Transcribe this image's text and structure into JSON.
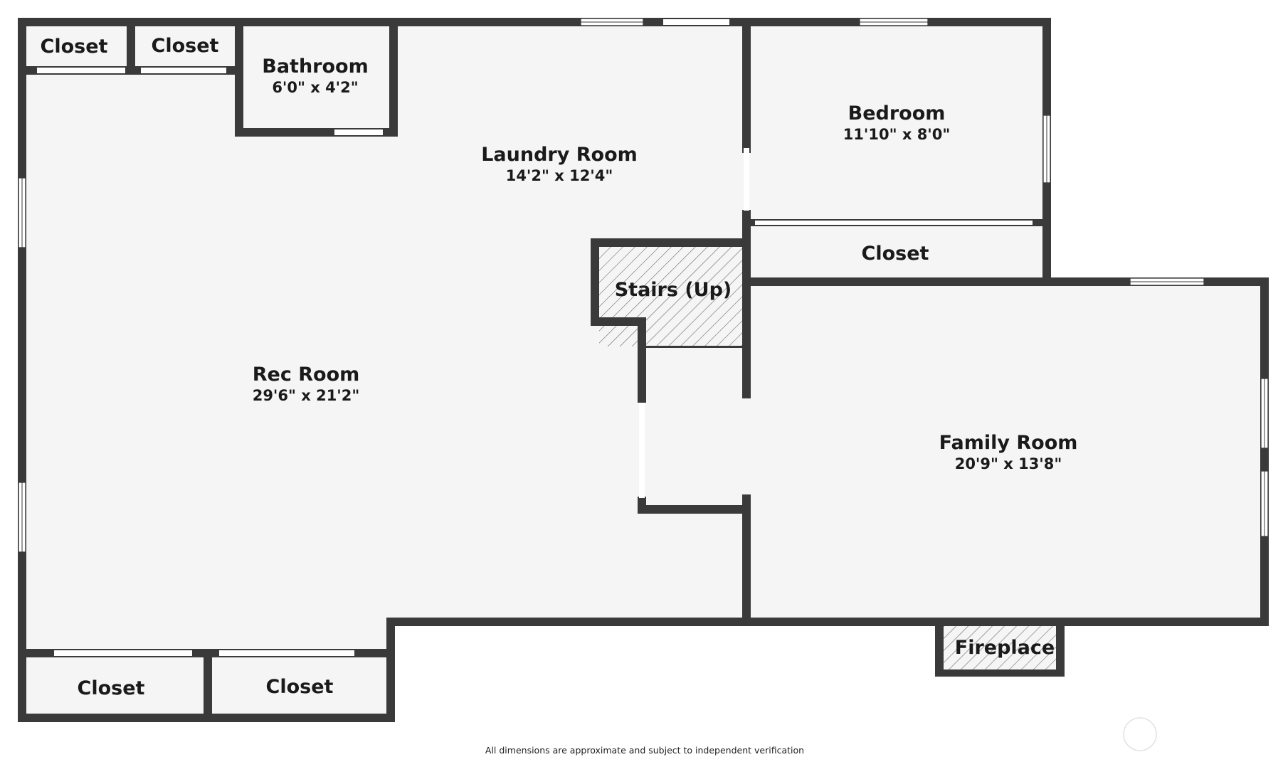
{
  "rooms": {
    "closet_top_left": {
      "name": "Closet"
    },
    "closet_top_second": {
      "name": "Closet"
    },
    "bathroom": {
      "name": "Bathroom",
      "dimensions": "6'0\" x 4'2\""
    },
    "laundry_room": {
      "name": "Laundry Room",
      "dimensions": "14'2\" x 12'4\""
    },
    "bedroom": {
      "name": "Bedroom",
      "dimensions": "11'10\" x 8'0\""
    },
    "closet_bedroom": {
      "name": "Closet"
    },
    "stairs": {
      "name": "Stairs (Up)"
    },
    "rec_room": {
      "name": "Rec Room",
      "dimensions": "29'6\" x 21'2\""
    },
    "family_room": {
      "name": "Family Room",
      "dimensions": "20'9\" x 13'8\""
    },
    "fireplace": {
      "name": "Fireplace"
    },
    "closet_bottom_left": {
      "name": "Closet"
    },
    "closet_bottom_second": {
      "name": "Closet"
    }
  },
  "disclaimer": "All dimensions are approximate and subject to independent verification",
  "colors": {
    "wall": "#3a3a3a",
    "floor": "#f5f5f5",
    "background": "#ffffff",
    "hatch": "#5a5a5a"
  }
}
